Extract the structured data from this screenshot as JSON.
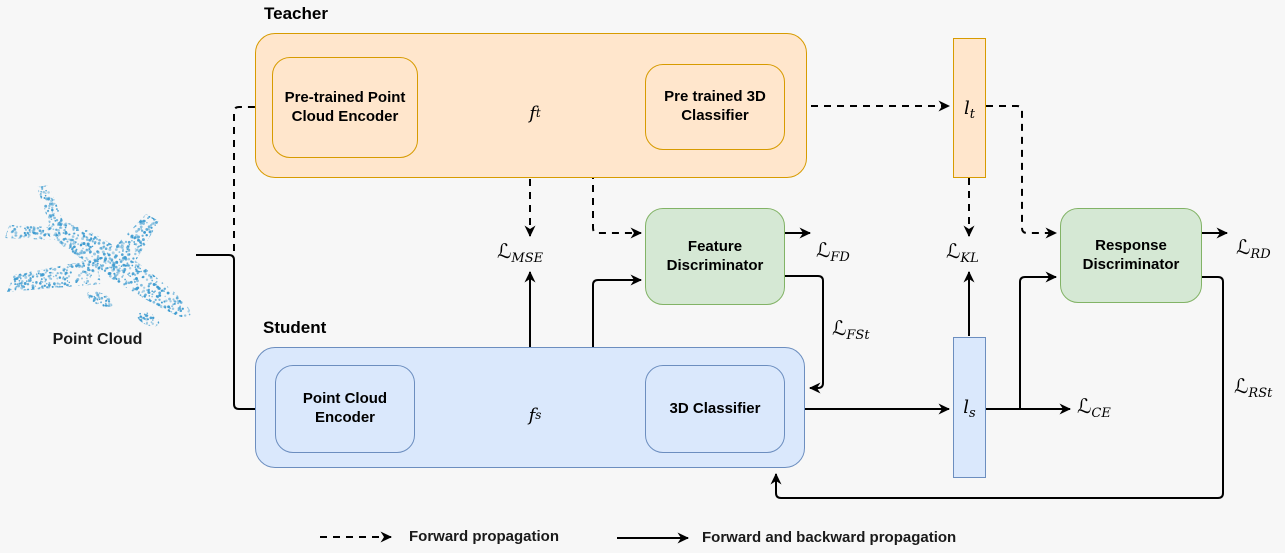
{
  "input": {
    "label": "Point Cloud"
  },
  "teacher": {
    "label": "Teacher",
    "encoder_label": "Pre-trained Point Cloud Encoder",
    "feature": {
      "base": "f",
      "sub": "t"
    },
    "classifier_label": "Pre trained 3D Classifier",
    "logits": {
      "base": "l",
      "sub": "t"
    }
  },
  "student": {
    "label": "Student",
    "encoder_label": "Point Cloud Encoder",
    "feature": {
      "base": "f",
      "sub": "s"
    },
    "classifier_label": "3D Classifier",
    "logits": {
      "base": "l",
      "sub": "s"
    }
  },
  "discriminators": {
    "feature_label": "Feature Discriminator",
    "response_label": "Response Discriminator"
  },
  "losses": {
    "mse": {
      "base": "ℒ",
      "sub": "MSE"
    },
    "fd": {
      "base": "ℒ",
      "sub": "FD"
    },
    "fst": {
      "base": "ℒ",
      "sub": "FSt"
    },
    "kl": {
      "base": "ℒ",
      "sub": "KL"
    },
    "ce": {
      "base": "ℒ",
      "sub": "CE"
    },
    "rd": {
      "base": "ℒ",
      "sub": "RD"
    },
    "rst": {
      "base": "ℒ",
      "sub": "RSt"
    }
  },
  "legend": {
    "dashed_label": "Forward propagation",
    "solid_label": "Forward and backward propagation"
  },
  "colors": {
    "background": "#F7F7F7",
    "teacher_fill": "#FFE6CC",
    "teacher_border": "#D79B00",
    "student_fill": "#DAE8FC",
    "student_border": "#6C8EBF",
    "discriminator_fill": "#D5E8D4",
    "discriminator_border": "#82B366",
    "point_cloud": "#3D9BD0",
    "line": "#000000"
  }
}
